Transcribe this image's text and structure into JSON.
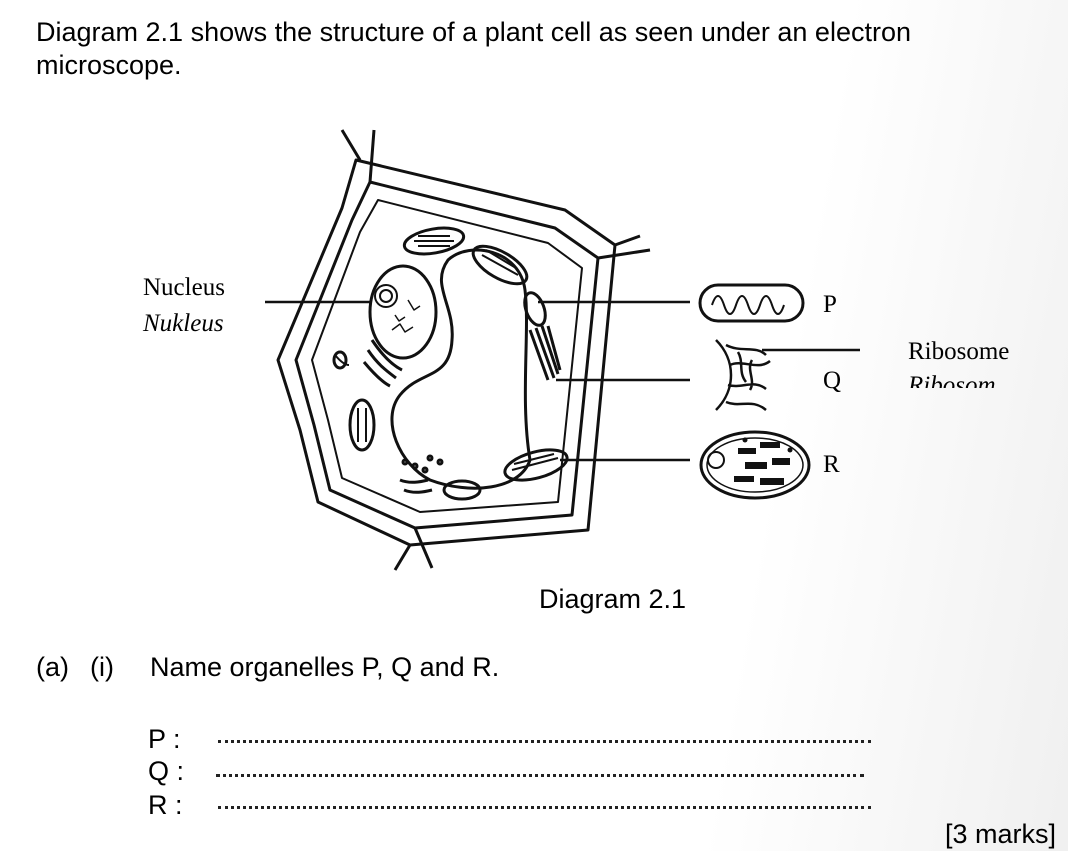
{
  "intro": "Diagram 2.1 shows the structure of a plant cell as seen under an electron microscope.",
  "labels": {
    "nucleus_en": "Nucleus",
    "nucleus_ms": "Nukleus",
    "ribosome_en": "Ribosome",
    "ribosome_ms": "Ribosom",
    "p": "P",
    "q": "Q",
    "r": "R"
  },
  "caption": "Diagram 2.1",
  "question": {
    "part": "(a)",
    "sub": "(i)",
    "text": "Name organelles P, Q and R."
  },
  "answers": [
    {
      "label": "P :"
    },
    {
      "label": "Q :"
    },
    {
      "label": "R :"
    }
  ],
  "marks": "[3 marks]"
}
